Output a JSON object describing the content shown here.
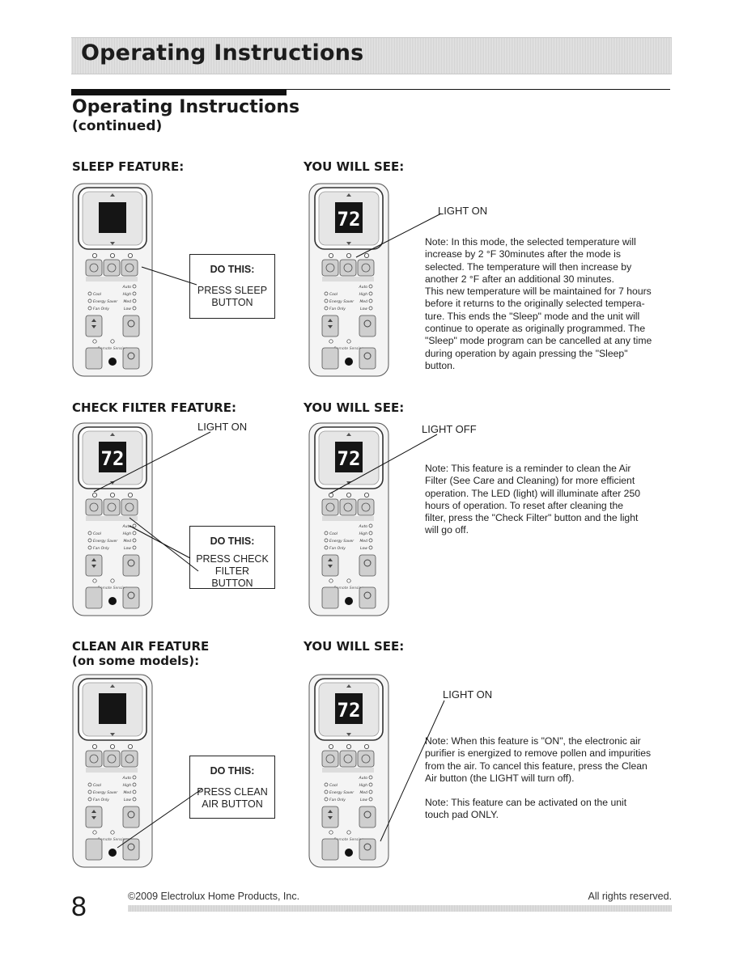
{
  "header": {
    "band_title": "Operating Instructions"
  },
  "section": {
    "title": "Operating Instructions",
    "subtitle": "(continued)"
  },
  "sleep": {
    "label": "SLEEP FEATURE:",
    "see_label": "YOU WILL SEE:",
    "light": "LIGHT ON",
    "do_title": "DO THIS:",
    "do_lines": [
      "PRESS SLEEP",
      "BUTTON"
    ],
    "note": [
      "Note: In this mode, the selected temperature will",
      "increase by 2 °F 30minutes after the mode is",
      "selected. The temperature will then increase by",
      "another 2 °F after an additional 30 minutes.",
      "This new temperature will be maintained for 7 hours",
      "before it returns to the originally selected tempera-",
      "ture. This ends the \"Sleep\" mode and the unit will",
      "continue to operate as originally programmed. The",
      "\"Sleep\" mode program can be cancelled at any time",
      "during operation by again pressing the \"Sleep\"",
      "button."
    ]
  },
  "filter": {
    "label": "CHECK FILTER FEATURE:",
    "see_label": "YOU WILL SEE:",
    "light_left": "LIGHT ON",
    "light_right": "LIGHT OFF",
    "do_title": "DO THIS:",
    "do_lines": [
      "PRESS CHECK",
      "FILTER",
      "BUTTON"
    ],
    "note": [
      "Note: This feature is a reminder to clean the Air",
      "Filter (See Care and Cleaning) for more efficient",
      "operation. The LED (light) will illuminate after 250",
      "hours of operation. To reset after cleaning the",
      "filter, press the \"Check Filter\" button and the light",
      "will go off."
    ]
  },
  "clean": {
    "label_line1": "CLEAN AIR FEATURE",
    "label_line2": "(on some models):",
    "see_label": "YOU WILL SEE:",
    "light": "LIGHT ON",
    "do_title": "DO THIS:",
    "do_lines": [
      "PRESS CLEAN",
      "AIR BUTTON"
    ],
    "note": [
      "Note: When this feature is \"ON\", the electronic air",
      "purifier is energized to remove pollen and impurities",
      "from the air. To cancel this feature, press the Clean",
      "Air button (the LIGHT will turn off)."
    ],
    "note2": [
      "Note: This feature can be activated on the unit",
      "touch pad ONLY."
    ]
  },
  "remote": {
    "display_value": "72",
    "mode_items": [
      "Cool",
      "Energy Saver",
      "Fan Only"
    ],
    "fan_items": [
      "Auto",
      "High",
      "Med",
      "Low"
    ],
    "remote_sensing": "Remote Sensing"
  },
  "footer": {
    "page_number": "8",
    "copyright": "©2009 Electrolux Home Products, Inc.",
    "rights": "All rights reserved."
  },
  "colors": {
    "accent": "#111111",
    "panel": "#e4e4e4"
  }
}
